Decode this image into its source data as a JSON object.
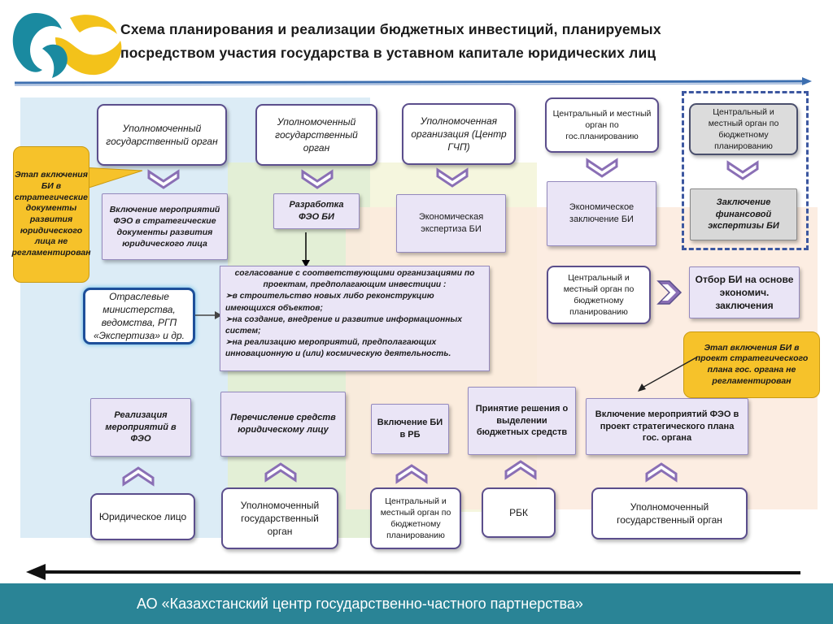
{
  "title": {
    "line1": "Схема планирования и реализации бюджетных инвестиций, планируемых",
    "line2": "посредством участия государства в уставном капитале юридических лиц"
  },
  "top_row": [
    "Уполномоченный государственный орган",
    "Уполномоченный государственный орган",
    "Уполномоченная организация (Центр ГЧП)",
    "Центральный и местный орган по гос.планированию",
    "Центральный и местный орган по бюджетному планированию"
  ],
  "second_row": [
    "Включение мероприятий ФЭО в стратегические документы развития юридического лица",
    "Разработка ФЭО БИ",
    "Экономическая экспертиза БИ",
    "Экономическое заключение БИ",
    "Заключение финансовой экспертизы БИ"
  ],
  "callout_left": "Этап включения БИ в стратегические документы развития юридического лица не регламентирован",
  "callout_right": "Этап включения БИ в проект стратегического плана гос. органа не регламентирован",
  "ministries": "Отраслевые министерства, ведомства, РГП «Экспертиза» и др.",
  "agreement": {
    "intro": "согласование с соответствующими организациями по проектам, предполагающим инвестиции :",
    "items": [
      "в строительство новых либо реконструкцию имеющихся объектов;",
      "на создание, внедрение и развитие информационных систем;",
      "на реализацию мероприятий, предполагающих инновационную и (или) космическую деятельность."
    ],
    "bullet": "➢"
  },
  "mid_right": {
    "organ": "Центральный и местный орган по бюджетному планированию",
    "selection": "Отбор БИ на основе экономич. заключения"
  },
  "third_row": [
    "Реализация мероприятий в ФЭО",
    "Перечисление средств юридическому лицу",
    "Включение БИ в РБ",
    "Принятие решения о выделении бюджетных средств",
    "Включение мероприятий ФЭО в проект стратегического плана гос. органа"
  ],
  "bottom_row": [
    "Юридическое лицо",
    "Уполномоченный государственный орган",
    "Центральный и местный орган по бюджетному планированию",
    "РБК",
    "Уполномоченный государственный орган"
  ],
  "footer": "АО «Казахстанский центр государственно-частного партнерства»",
  "colors": {
    "footer_bg": "#2a8496",
    "box_border": "#5b4e8c",
    "chevron": "#8a6fb5",
    "callout": "#f6c22a",
    "zone_blue": "#dcecf6",
    "zone_green": "#e6f2da",
    "zone_yellow": "#f6f6dc",
    "zone_peach": "#fbeadc"
  }
}
